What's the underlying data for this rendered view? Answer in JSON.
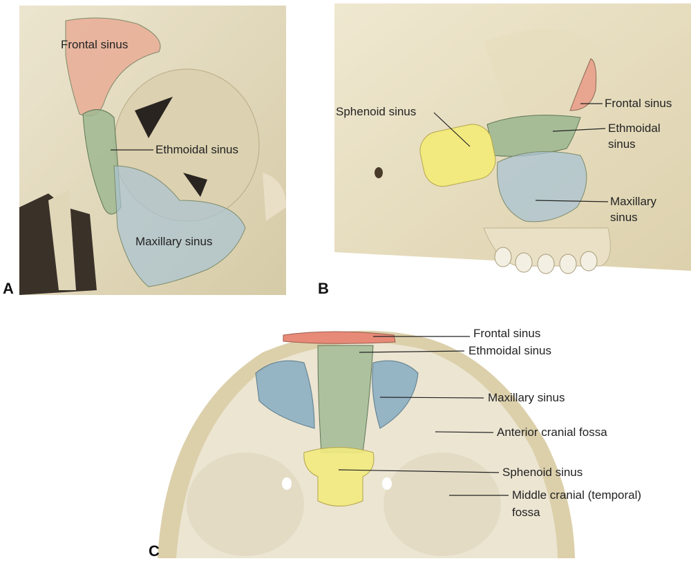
{
  "panels": [
    {
      "letter": "A",
      "labels": {
        "frontal": "Frontal sinus",
        "ethmoidal": "Ethmoidal sinus",
        "maxillary": "Maxillary sinus"
      }
    },
    {
      "letter": "B",
      "labels": {
        "sphenoid": "Sphenoid sinus",
        "frontal": "Frontal sinus",
        "ethmoidal_1": "Ethmoidal",
        "ethmoidal_2": "sinus",
        "maxillary_1": "Maxillary",
        "maxillary_2": "sinus"
      }
    },
    {
      "letter": "C",
      "labels": {
        "frontal": "Frontal sinus",
        "ethmoidal": "Ethmoidal sinus",
        "maxillary": "Maxillary sinus",
        "anterior_fossa": "Anterior cranial fossa",
        "sphenoid": "Sphenoid sinus",
        "middle_fossa_1": "Middle cranial (temporal)",
        "middle_fossa_2": "fossa"
      }
    }
  ],
  "colors": {
    "frontal": "#e8a58f",
    "ethmoidal": "#9fb892",
    "maxillary": "#a9c3d3",
    "sphenoid": "#f2ea7e",
    "bone": "#e7dfc4"
  }
}
